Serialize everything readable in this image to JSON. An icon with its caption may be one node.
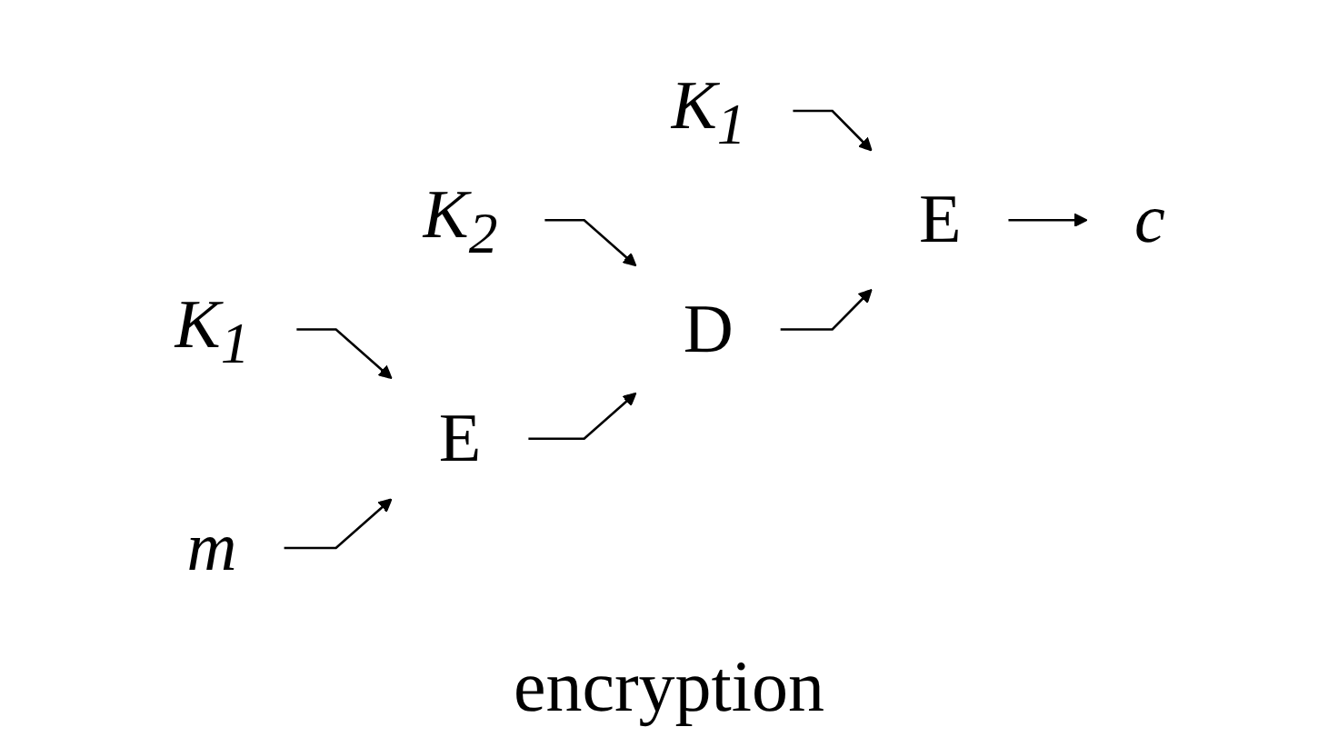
{
  "diagram": {
    "caption": "encryption",
    "nodes": [
      {
        "text": [
          "K$_{1}$"
        ]
      },
      {
        "text": [
          "K$_{2}$"
        ]
      },
      {
        "text": [
          "K$_{1}$"
        ]
      },
      {
        "text": [
          "m"
        ]
      },
      {
        "text": [
          "E"
        ]
      },
      {
        "text": [
          "D"
        ]
      },
      {
        "text": [
          "E"
        ]
      },
      {
        "text": [
          "c"
        ]
      }
    ],
    "edges": [
      {
        "from": 0,
        "to": 4,
        "arrow": "to"
      },
      {
        "from": 1,
        "to": 5,
        "arrow": "to"
      },
      {
        "from": 2,
        "to": 6,
        "arrow": "to"
      },
      {
        "from": 3,
        "to": 4,
        "arrow": "to"
      },
      {
        "from": 4,
        "to": 5,
        "arrow": "to"
      },
      {
        "from": 5,
        "to": 6,
        "arrow": "to"
      },
      {
        "from": 6,
        "to": 7,
        "arrow": "to"
      }
    ]
  }
}
